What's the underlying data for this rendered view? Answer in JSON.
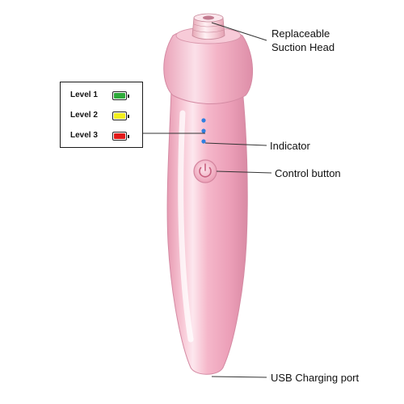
{
  "labels": {
    "suction_head_line1": "Replaceable",
    "suction_head_line2": "Suction Head",
    "indicator": "Indicator",
    "control_button": "Control button",
    "usb_port": "USB Charging port"
  },
  "levels": [
    {
      "label": "Level 1",
      "color": "#2eaa3a"
    },
    {
      "label": "Level 2",
      "color": "#f3ef1c"
    },
    {
      "label": "Level 3",
      "color": "#e21a1a"
    }
  ],
  "colors": {
    "device_body": "#f4b6c8",
    "indicator_led": "#2f7fe0"
  }
}
